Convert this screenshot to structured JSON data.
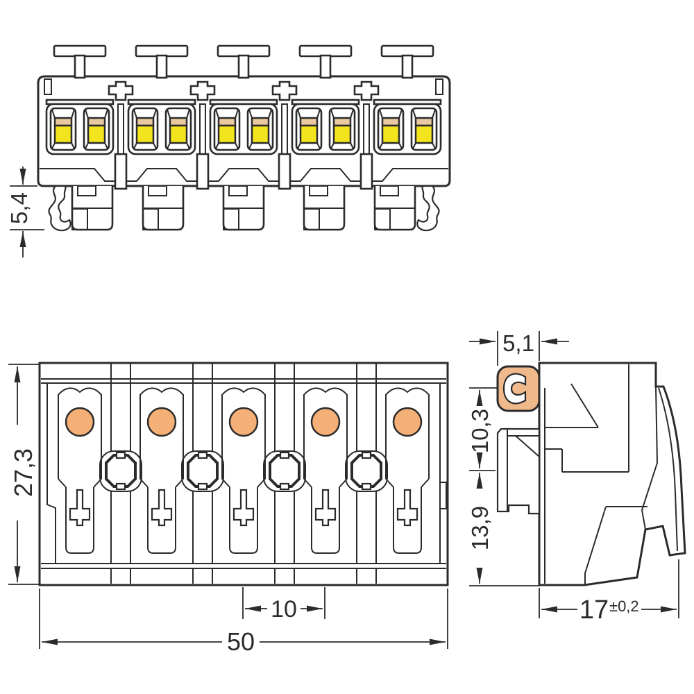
{
  "drawing": {
    "kind": "technical-dimension-drawing",
    "component": "5-pole push-wire terminal block",
    "pole_count": 5,
    "background": "#ffffff",
    "line_color": "#2b2b2b",
    "colors": {
      "window_yellow": "#f2e41d",
      "window_tan": "#eac9a2",
      "port_orange": "#f4b077",
      "clamp_orange": "#efb98c"
    },
    "dimensions": {
      "rail_clip_height": "5,4",
      "top_view_depth": "27,3",
      "pole_pitch": "10",
      "overall_width": "50",
      "clamp_width": "5,1",
      "upper_section_height": "10,3",
      "lower_section_height": "13,9",
      "overall_depth_value": "17",
      "overall_depth_tolerance": "±0,2"
    }
  }
}
